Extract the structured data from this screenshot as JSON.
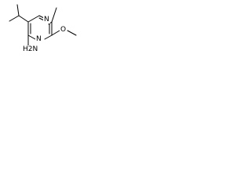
{
  "molecule": {
    "atoms": [
      {
        "symbol": "N",
        "label": "N",
        "role": "ring-nitrogen-top"
      },
      {
        "symbol": "N",
        "label": "N",
        "role": "ring-nitrogen-bottom"
      },
      {
        "symbol": "O",
        "label": "O",
        "role": "methoxy-oxygen"
      },
      {
        "symbol": "N",
        "label": "H2N",
        "role": "amine"
      }
    ],
    "bond_color": "#000000",
    "label_color": "#000000"
  }
}
